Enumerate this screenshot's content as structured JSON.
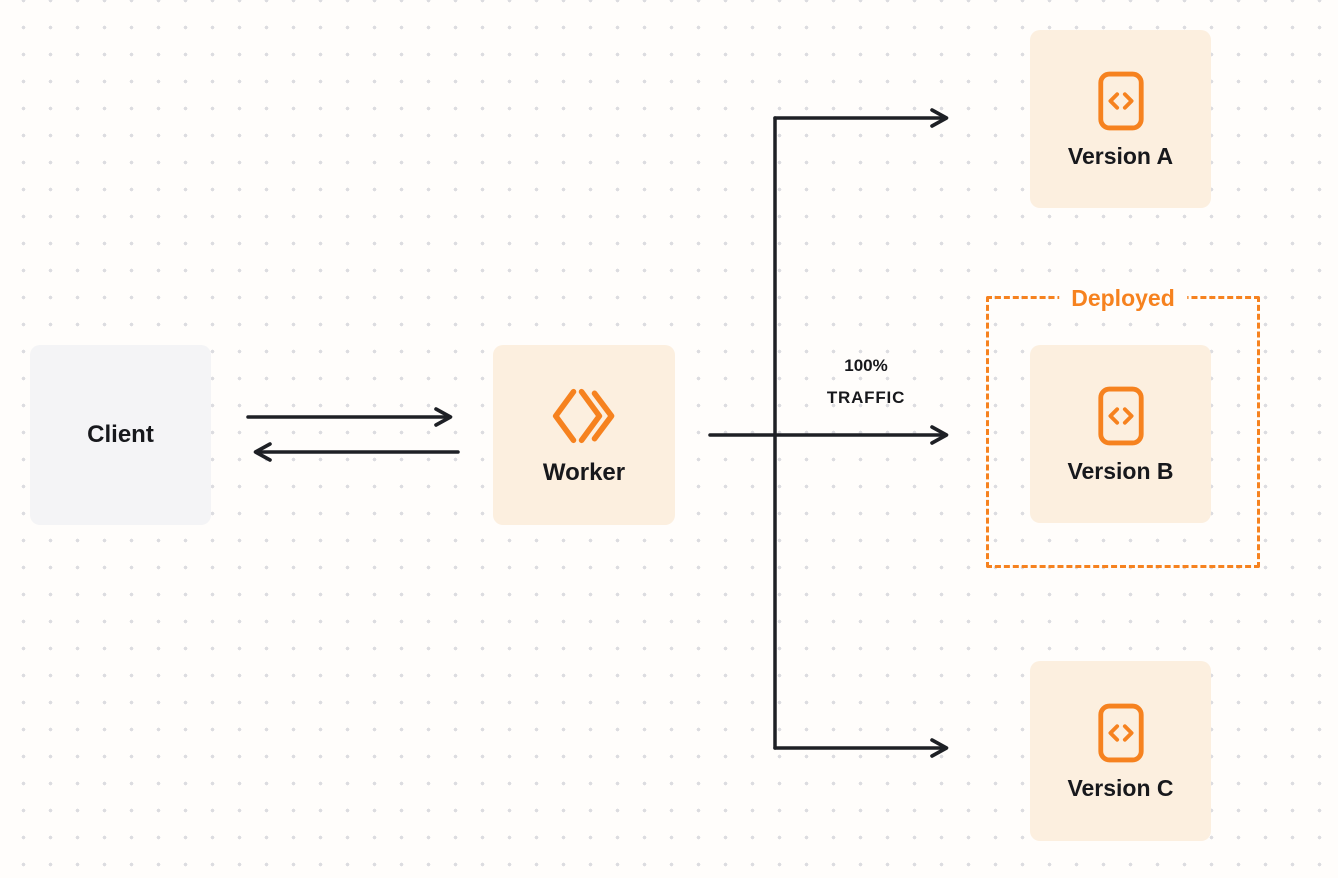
{
  "nodes": {
    "client": {
      "label": "Client"
    },
    "worker": {
      "label": "Worker",
      "icon": "workers-icon"
    },
    "version_a": {
      "label": "Version A",
      "icon": "code-icon"
    },
    "version_b": {
      "label": "Version B",
      "icon": "code-icon"
    },
    "version_c": {
      "label": "Version C",
      "icon": "code-icon"
    }
  },
  "annotations": {
    "traffic": {
      "line1": "100%",
      "line2": "TRAFFIC"
    },
    "deployed": {
      "label": "Deployed"
    }
  },
  "edges": [
    {
      "from": "client",
      "to": "worker",
      "type": "request-arrow"
    },
    {
      "from": "worker",
      "to": "client",
      "type": "response-arrow"
    },
    {
      "from": "worker",
      "to": "version_a"
    },
    {
      "from": "worker",
      "to": "version_b",
      "label": "100% TRAFFIC"
    },
    {
      "from": "worker",
      "to": "version_c"
    }
  ],
  "colors": {
    "accent_orange": "#F6821F",
    "node_peach": "#FCEFDF",
    "node_gray": "#F4F4F6",
    "arrow_dark": "#1E2025",
    "canvas_bg": "#FFFDFB",
    "dot_gray": "#DCDCE0"
  }
}
